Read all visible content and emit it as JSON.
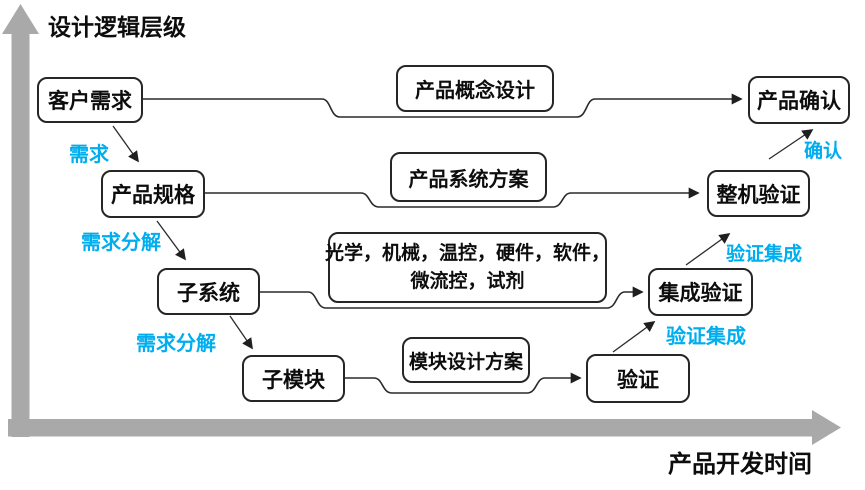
{
  "titles": {
    "y_axis": "设计逻辑层级",
    "x_axis": "产品开发时间"
  },
  "nodes": [
    {
      "label": "客户需求"
    },
    {
      "label": "产品规格"
    },
    {
      "label": "子系统"
    },
    {
      "label": "子模块"
    },
    {
      "label": "产品确认"
    },
    {
      "label": "整机验证"
    },
    {
      "label": "集成验证"
    },
    {
      "label": "验证"
    }
  ],
  "process_boxes": [
    {
      "label": "产品概念设计"
    },
    {
      "label": "产品系统方案"
    },
    {
      "line1": "光学，机械，温控，硬件，软件，",
      "line2": "微流控，试剂"
    },
    {
      "label": "模块设计方案"
    }
  ],
  "edge_labels": [
    {
      "label": "需求"
    },
    {
      "label": "需求分解"
    },
    {
      "label": "需求分解"
    },
    {
      "label": "验证集成"
    },
    {
      "label": "验证集成"
    },
    {
      "label": "确认"
    }
  ],
  "colors": {
    "accent_blue": "#00aeef",
    "axis_gray": "#a9a9a9",
    "line_black": "#2a2a2a"
  }
}
